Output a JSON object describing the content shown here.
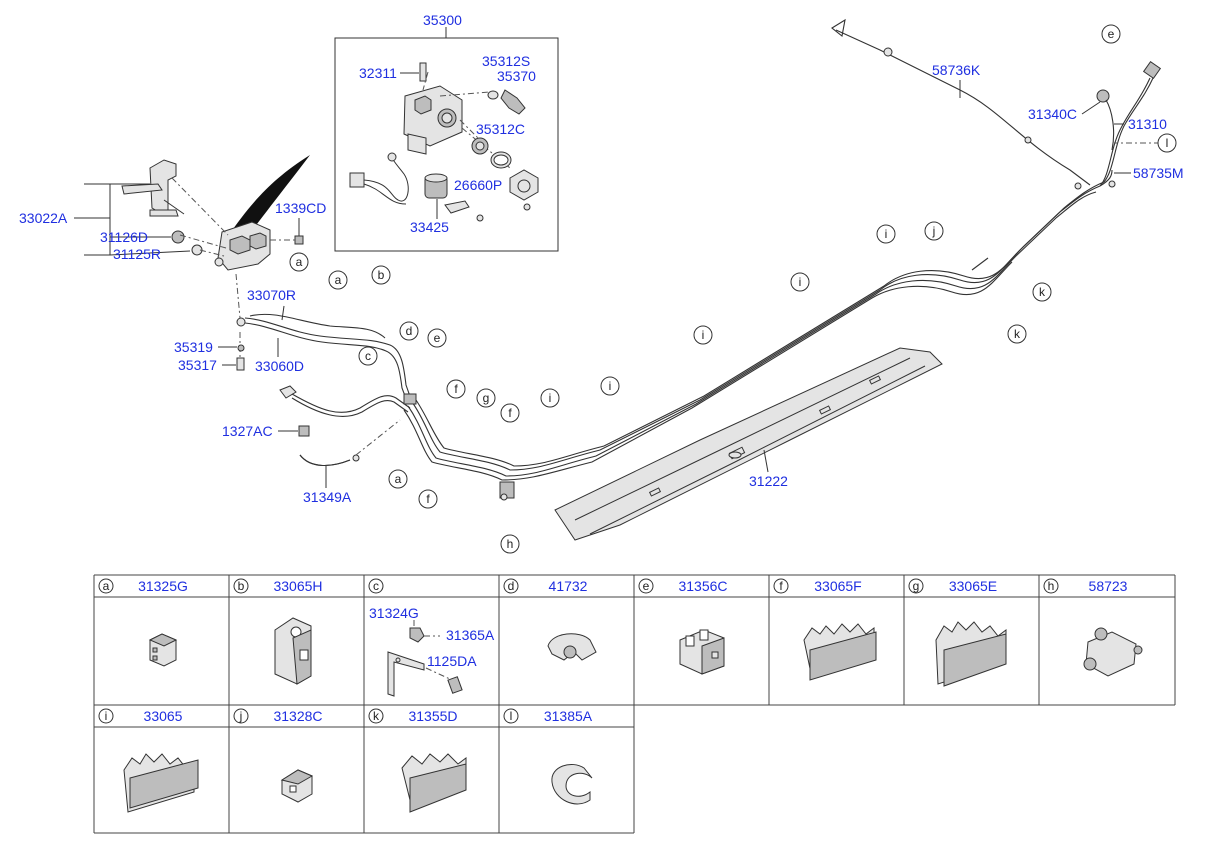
{
  "assembly": {
    "label": "35300",
    "parts": [
      "32311",
      "35312S",
      "35370",
      "35312C",
      "26660P",
      "33425"
    ]
  },
  "callouts": {
    "bracket_group": "33022A",
    "washer_1": "31126D",
    "washer_2": "31125R",
    "bolt_1339": "1339CD",
    "tube_r": "33070R",
    "tube_d": "33060D",
    "screw_35319": "35319",
    "bolt_35317": "35317",
    "nut_1327": "1327AC",
    "hose_31349": "31349A",
    "frame_31222": "31222",
    "cable_58736": "58736K",
    "conn_31340": "31340C",
    "pipe_31310": "31310",
    "cable_58735": "58735M"
  },
  "markers": {
    "a": "a",
    "b": "b",
    "c": "c",
    "d": "d",
    "e": "e",
    "f": "f",
    "g": "g",
    "h": "h",
    "i": "i",
    "j": "j",
    "k": "k",
    "l": "l"
  },
  "legend": {
    "row1": [
      {
        "letter": "a",
        "part": "31325G"
      },
      {
        "letter": "b",
        "part": "33065H"
      },
      {
        "letter": "c",
        "part": ""
      },
      {
        "letter": "d",
        "part": "41732"
      },
      {
        "letter": "e",
        "part": "31356C"
      },
      {
        "letter": "f",
        "part": "33065F"
      },
      {
        "letter": "g",
        "part": "33065E"
      },
      {
        "letter": "h",
        "part": "58723"
      }
    ],
    "row2": [
      {
        "letter": "i",
        "part": "33065"
      },
      {
        "letter": "j",
        "part": "31328C"
      },
      {
        "letter": "k",
        "part": "31355D"
      },
      {
        "letter": "l",
        "part": "31385A"
      }
    ],
    "c_parts": [
      "31324G",
      "31365A",
      "1125DA"
    ]
  }
}
